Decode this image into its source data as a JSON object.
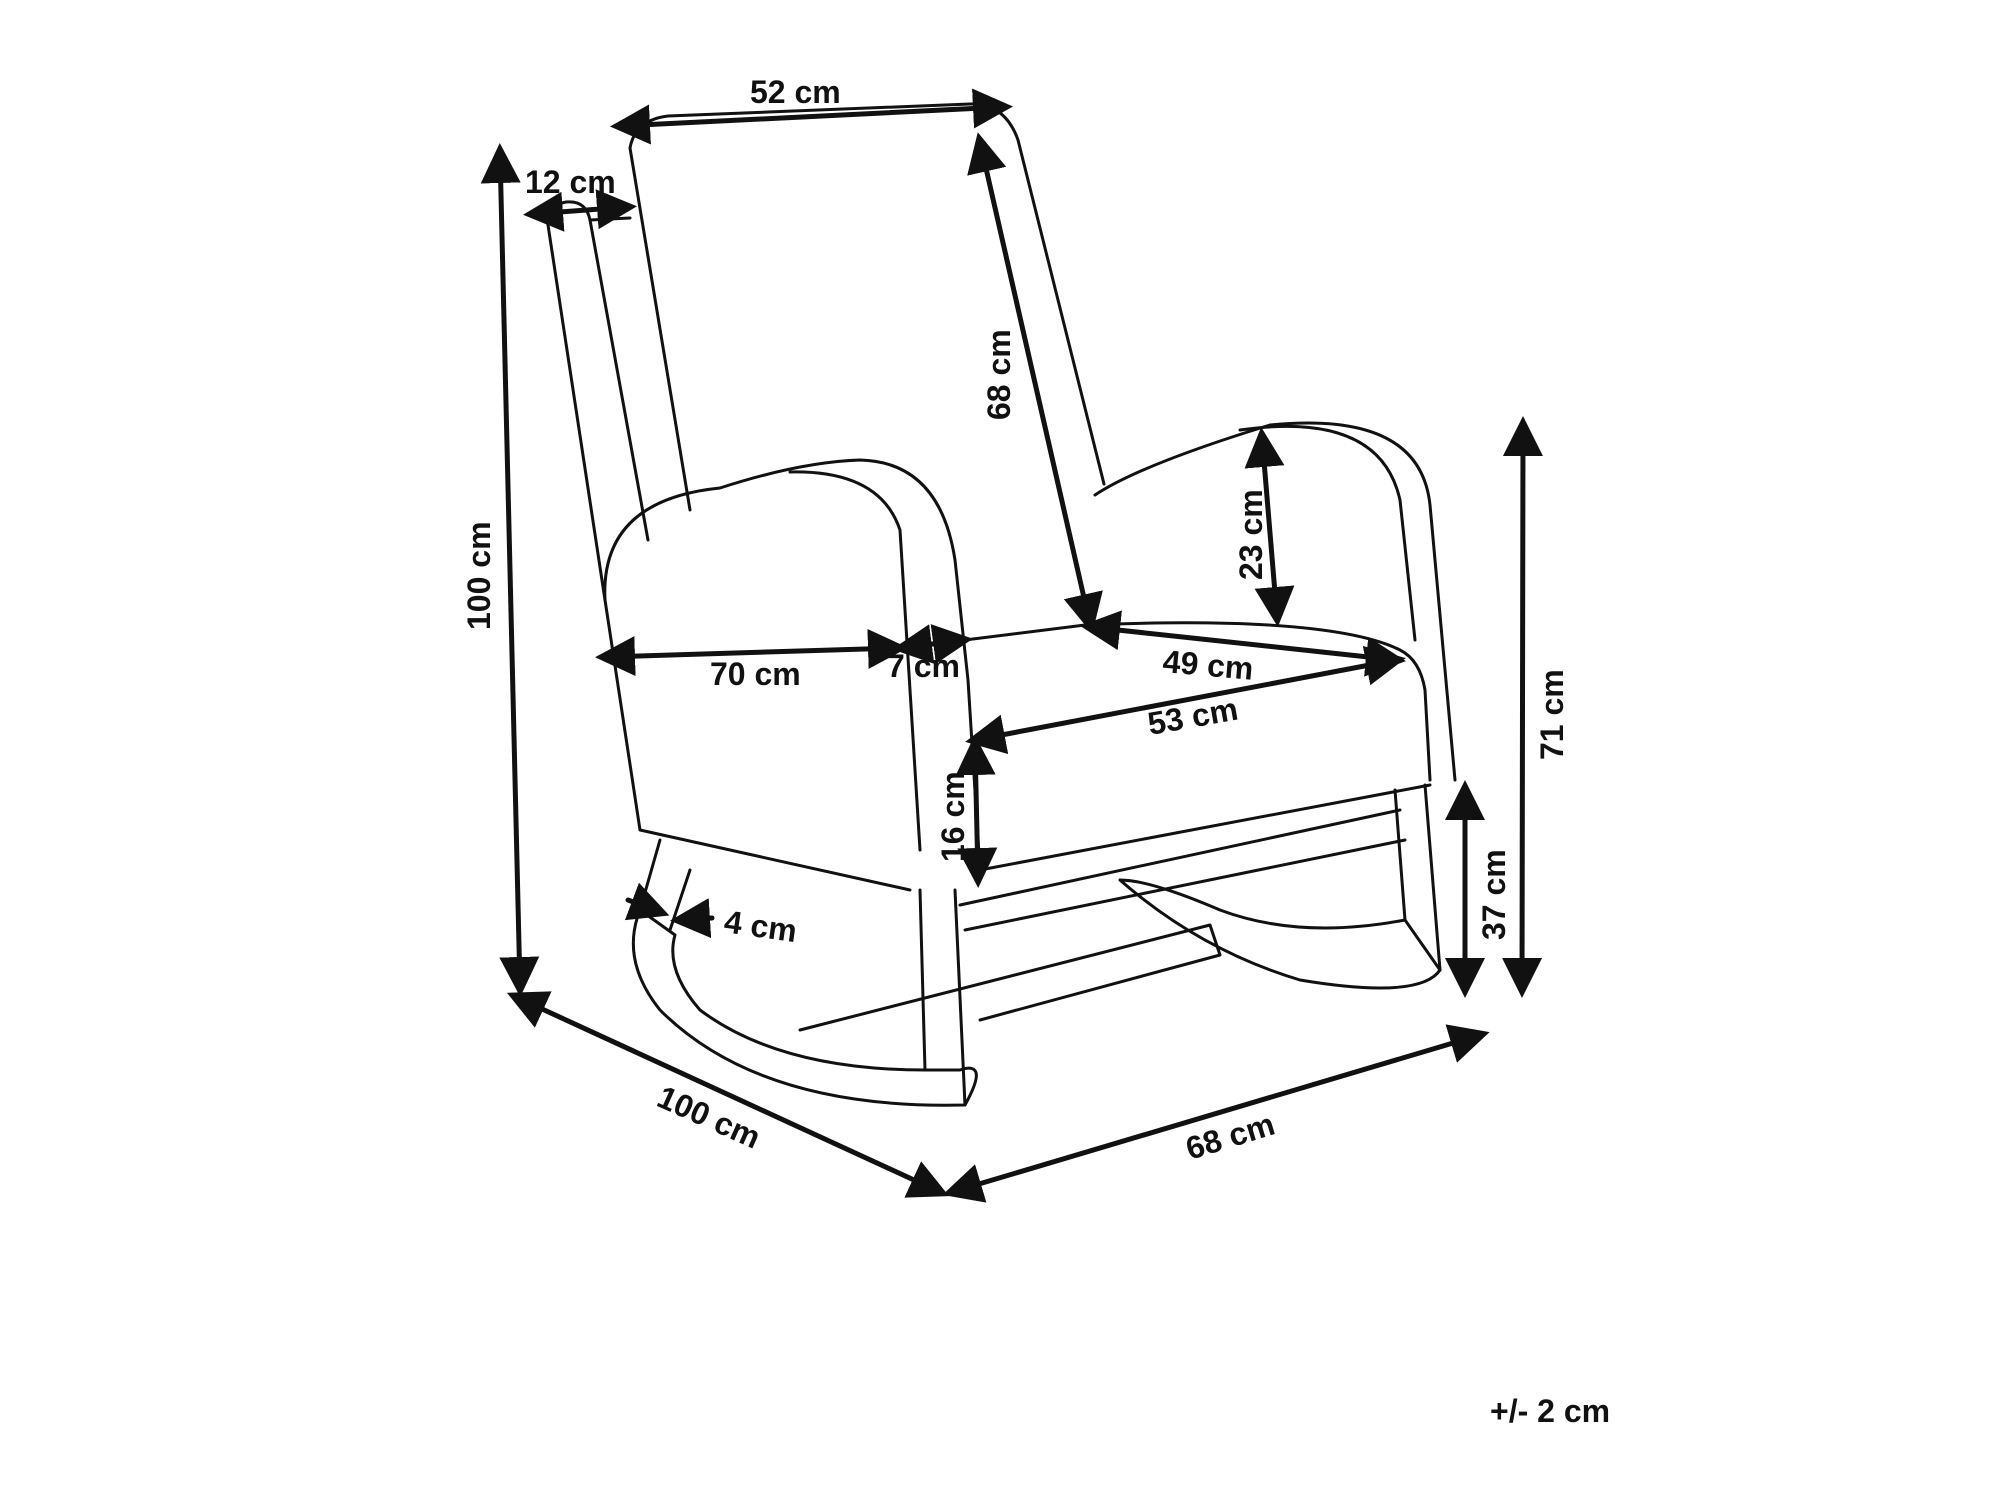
{
  "diagram": {
    "dimensions": {
      "top_width": "52 cm",
      "armrest_thickness_top": "12 cm",
      "backrest_height": "68 cm",
      "overall_height": "100 cm",
      "armrest_height": "23 cm",
      "seat_depth": "49 cm",
      "armrest_depth": "70 cm",
      "armrest_width": "7 cm",
      "seat_width": "53 cm",
      "seat_cushion_height": "16 cm",
      "total_height_armrest": "71 cm",
      "seat_height": "37 cm",
      "rocker_thickness": "4 cm",
      "overall_depth": "100 cm",
      "overall_width": "68 cm"
    },
    "tolerance": "+/- 2 cm"
  }
}
